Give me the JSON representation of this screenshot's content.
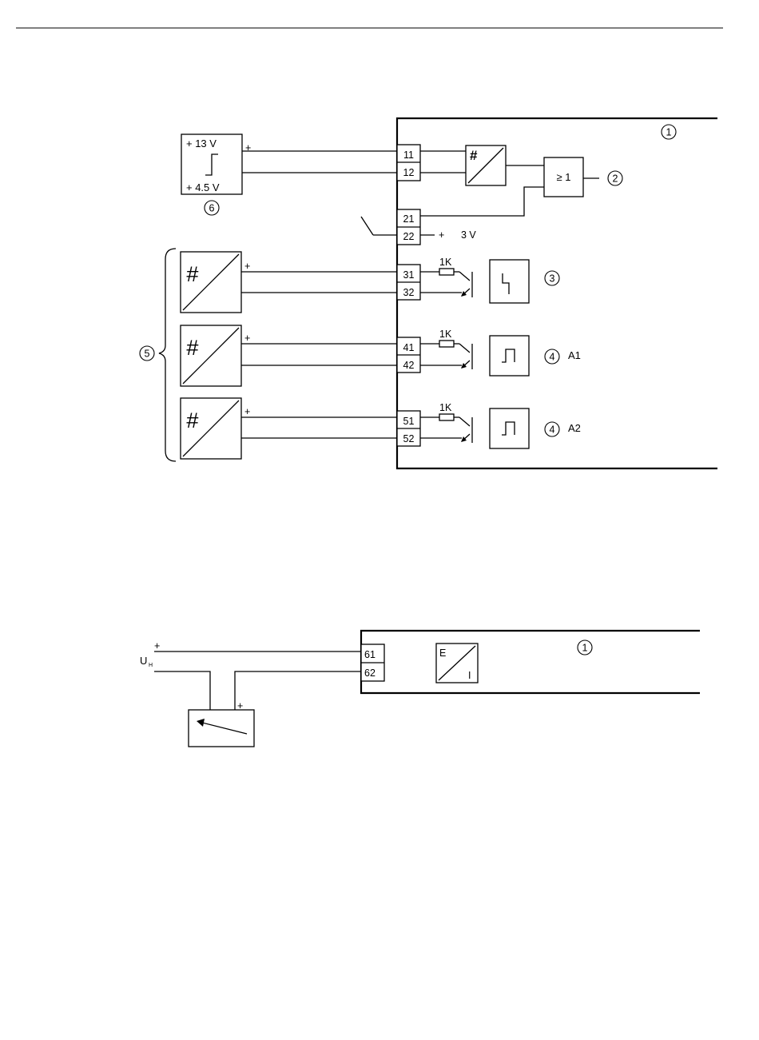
{
  "diagram1": {
    "callout_1": "1",
    "callout_2": "2",
    "callout_3": "3",
    "callout_4": "4",
    "callout_5": "5",
    "callout_6": "6",
    "supply_high": "+ 13 V",
    "supply_low": "+ 4.5 V",
    "plus": "+",
    "terminals": [
      "11",
      "12",
      "21",
      "22",
      "31",
      "32",
      "41",
      "42",
      "51",
      "52"
    ],
    "hash_symbol": "#",
    "or_gate": "≥ 1",
    "aux_voltage": "3 V",
    "resistor": "1K",
    "output_a1": "A1",
    "output_a2": "A2"
  },
  "diagram2": {
    "callout_1": "1",
    "terminals": [
      "61",
      "62"
    ],
    "converter_in": "E",
    "converter_out": "I",
    "supply_label": "U",
    "supply_sub": "H",
    "plus": "+"
  }
}
